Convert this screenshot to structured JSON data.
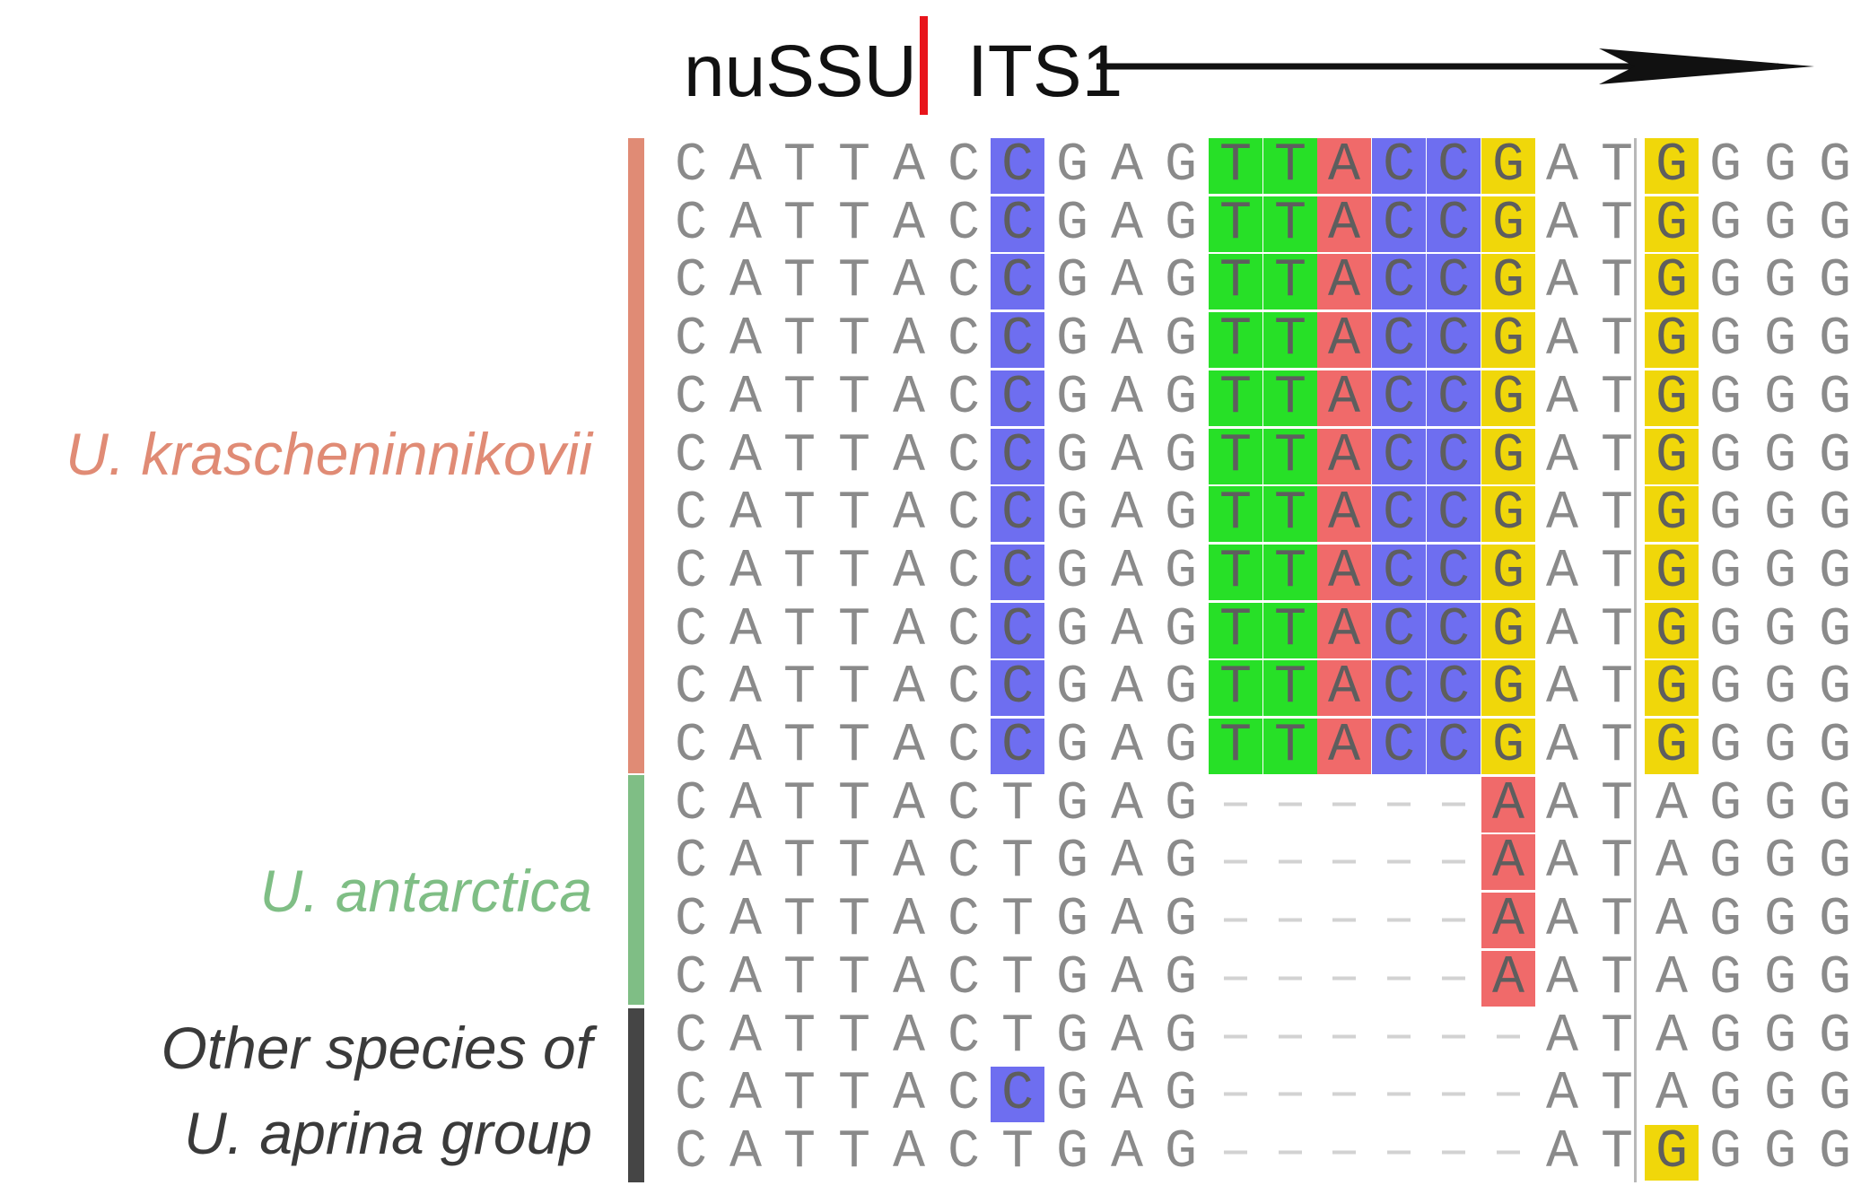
{
  "header": {
    "nussu_label": "nuSSU",
    "its1_label": "ITS1"
  },
  "groups": {
    "krascheninnikovii": "U. krascheninnikovii",
    "antarctica": "U. antarctica",
    "other_line1": "Other species of",
    "other_line2": "U. aprina group"
  },
  "colors": {
    "kras_bar": "#e08b75",
    "antarctica_bar": "#7fbe85",
    "other_bar": "#454545",
    "boundary": "#e8141b",
    "highlight_C": "#6e6ef0",
    "highlight_T": "#27e027",
    "highlight_A": "#f06a6a",
    "highlight_G": "#f0d70a"
  },
  "alignment": {
    "rows": [
      {
        "group": "krascheninnikovii",
        "seq": "CATTACCGAGTTACCGATGGGG",
        "highlight": [
          6,
          10,
          11,
          12,
          13,
          14,
          15,
          18
        ]
      },
      {
        "group": "krascheninnikovii",
        "seq": "CATTACCGAGTTACCGATGGGG",
        "highlight": [
          6,
          10,
          11,
          12,
          13,
          14,
          15,
          18
        ]
      },
      {
        "group": "krascheninnikovii",
        "seq": "CATTACCGAGTTACCGATGGGG",
        "highlight": [
          6,
          10,
          11,
          12,
          13,
          14,
          15,
          18
        ]
      },
      {
        "group": "krascheninnikovii",
        "seq": "CATTACCGAGTTACCGATGGGG",
        "highlight": [
          6,
          10,
          11,
          12,
          13,
          14,
          15,
          18
        ]
      },
      {
        "group": "krascheninnikovii",
        "seq": "CATTACCGAGTTACCGATGGGG",
        "highlight": [
          6,
          10,
          11,
          12,
          13,
          14,
          15,
          18
        ]
      },
      {
        "group": "krascheninnikovii",
        "seq": "CATTACCGAGTTACCGATGGGG",
        "highlight": [
          6,
          10,
          11,
          12,
          13,
          14,
          15,
          18
        ]
      },
      {
        "group": "krascheninnikovii",
        "seq": "CATTACCGAGTTACCGATGGGG",
        "highlight": [
          6,
          10,
          11,
          12,
          13,
          14,
          15,
          18
        ]
      },
      {
        "group": "krascheninnikovii",
        "seq": "CATTACCGAGTTACCGATGGGG",
        "highlight": [
          6,
          10,
          11,
          12,
          13,
          14,
          15,
          18
        ]
      },
      {
        "group": "krascheninnikovii",
        "seq": "CATTACCGAGTTACCGATGGGG",
        "highlight": [
          6,
          10,
          11,
          12,
          13,
          14,
          15,
          18
        ]
      },
      {
        "group": "krascheninnikovii",
        "seq": "CATTACCGAGTTACCGATGGGG",
        "highlight": [
          6,
          10,
          11,
          12,
          13,
          14,
          15,
          18
        ]
      },
      {
        "group": "krascheninnikovii",
        "seq": "CATTACCGAGTTACCGATGGGG",
        "highlight": [
          6,
          10,
          11,
          12,
          13,
          14,
          15,
          18
        ]
      },
      {
        "group": "antarctica",
        "seq": "CATTACTGAG-----AATAGGG",
        "highlight": [
          15
        ]
      },
      {
        "group": "antarctica",
        "seq": "CATTACTGAG-----AATAGGG",
        "highlight": [
          15
        ]
      },
      {
        "group": "antarctica",
        "seq": "CATTACTGAG-----AATAGGG",
        "highlight": [
          15
        ]
      },
      {
        "group": "antarctica",
        "seq": "CATTACTGAG-----AATAGGG",
        "highlight": [
          15
        ]
      },
      {
        "group": "other",
        "seq": "CATTACTGAG------ATAGGG",
        "highlight": []
      },
      {
        "group": "other",
        "seq": "CATTACCGAG------ATAGGG",
        "highlight": [
          6
        ]
      },
      {
        "group": "other",
        "seq": "CATTACTGAG------ATGGGG",
        "highlight": [
          18
        ]
      }
    ]
  }
}
